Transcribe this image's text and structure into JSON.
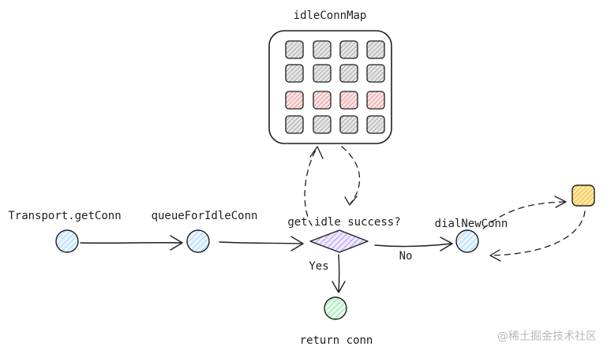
{
  "pool": {
    "title": "idleConnMap",
    "grid": [
      [
        "idle",
        "idle",
        "idle",
        "idle"
      ],
      [
        "idle",
        "idle",
        "idle",
        "idle"
      ],
      [
        "busy",
        "busy",
        "busy",
        "busy"
      ],
      [
        "idle",
        "idle",
        "idle",
        "idle"
      ]
    ]
  },
  "nodes": {
    "get_conn": "Transport.getConn",
    "queue": "queueForIdleConn",
    "decision": "get idle success?",
    "dial": "dialNewConn",
    "return": "return conn"
  },
  "edges": {
    "yes": "Yes",
    "no": "No"
  },
  "colors": {
    "node_blue": "#a5d8ff",
    "node_green": "#b2f2bb",
    "decision_purple": "#d0bfff",
    "slot_idle": "#b9b9b9",
    "slot_busy": "#f2a3a3",
    "external_yellow": "#ffd8a8",
    "stroke": "#1e1e1e"
  },
  "watermark": "@稀土掘金技术社区"
}
